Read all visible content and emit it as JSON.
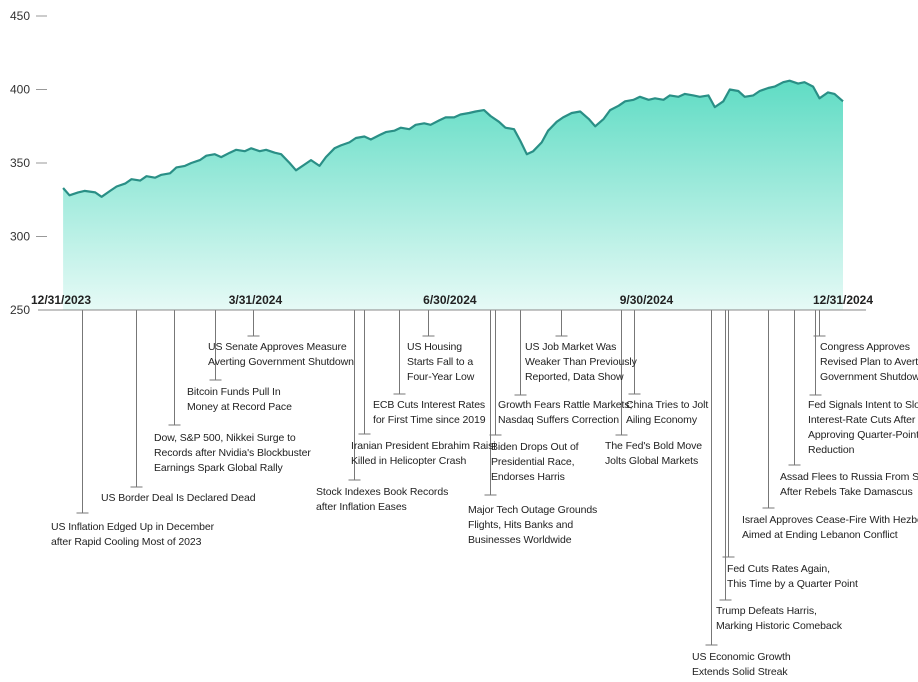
{
  "chart_data": {
    "type": "area",
    "ylim": [
      250,
      450
    ],
    "yticks": [
      250,
      300,
      350,
      400,
      450
    ],
    "xlim": [
      "2023-12-31",
      "2024-12-31"
    ],
    "xticks": [
      {
        "date": "2023-12-31",
        "label": "12/31/2023"
      },
      {
        "date": "2024-03-31",
        "label": "3/31/2024"
      },
      {
        "date": "2024-06-30",
        "label": "6/30/2024"
      },
      {
        "date": "2024-09-30",
        "label": "9/30/2024"
      },
      {
        "date": "2024-12-31",
        "label": "12/31/2024"
      }
    ],
    "series": [
      {
        "color": "#2a8f86",
        "fill_top": "#5fdcc4",
        "fill_bottom": "#e6faf6",
        "points": [
          [
            "2024-01-01",
            333
          ],
          [
            "2024-01-04",
            328
          ],
          [
            "2024-01-08",
            330
          ],
          [
            "2024-01-11",
            331
          ],
          [
            "2024-01-16",
            330
          ],
          [
            "2024-01-19",
            327
          ],
          [
            "2024-01-23",
            331
          ],
          [
            "2024-01-26",
            334
          ],
          [
            "2024-01-30",
            336
          ],
          [
            "2024-02-02",
            339
          ],
          [
            "2024-02-06",
            338
          ],
          [
            "2024-02-09",
            341
          ],
          [
            "2024-02-13",
            340
          ],
          [
            "2024-02-16",
            342
          ],
          [
            "2024-02-20",
            343
          ],
          [
            "2024-02-23",
            347
          ],
          [
            "2024-02-27",
            348
          ],
          [
            "2024-03-01",
            350
          ],
          [
            "2024-03-05",
            352
          ],
          [
            "2024-03-08",
            355
          ],
          [
            "2024-03-12",
            356
          ],
          [
            "2024-03-15",
            354
          ],
          [
            "2024-03-19",
            357
          ],
          [
            "2024-03-22",
            359
          ],
          [
            "2024-03-26",
            358
          ],
          [
            "2024-03-29",
            360
          ],
          [
            "2024-04-02",
            358
          ],
          [
            "2024-04-05",
            359
          ],
          [
            "2024-04-09",
            357
          ],
          [
            "2024-04-12",
            356
          ],
          [
            "2024-04-16",
            350
          ],
          [
            "2024-04-19",
            345
          ],
          [
            "2024-04-23",
            349
          ],
          [
            "2024-04-26",
            352
          ],
          [
            "2024-04-30",
            348
          ],
          [
            "2024-05-03",
            354
          ],
          [
            "2024-05-07",
            360
          ],
          [
            "2024-05-10",
            362
          ],
          [
            "2024-05-14",
            364
          ],
          [
            "2024-05-17",
            367
          ],
          [
            "2024-05-21",
            368
          ],
          [
            "2024-05-24",
            366
          ],
          [
            "2024-05-28",
            369
          ],
          [
            "2024-05-31",
            371
          ],
          [
            "2024-06-04",
            372
          ],
          [
            "2024-06-07",
            374
          ],
          [
            "2024-06-11",
            373
          ],
          [
            "2024-06-14",
            376
          ],
          [
            "2024-06-18",
            377
          ],
          [
            "2024-06-21",
            376
          ],
          [
            "2024-06-25",
            379
          ],
          [
            "2024-06-28",
            381
          ],
          [
            "2024-07-02",
            381
          ],
          [
            "2024-07-05",
            383
          ],
          [
            "2024-07-09",
            384
          ],
          [
            "2024-07-12",
            385
          ],
          [
            "2024-07-16",
            386
          ],
          [
            "2024-07-19",
            382
          ],
          [
            "2024-07-23",
            378
          ],
          [
            "2024-07-26",
            374
          ],
          [
            "2024-07-30",
            373
          ],
          [
            "2024-08-02",
            365
          ],
          [
            "2024-08-05",
            356
          ],
          [
            "2024-08-08",
            358
          ],
          [
            "2024-08-12",
            364
          ],
          [
            "2024-08-15",
            372
          ],
          [
            "2024-08-19",
            378
          ],
          [
            "2024-08-22",
            381
          ],
          [
            "2024-08-26",
            384
          ],
          [
            "2024-08-30",
            385
          ],
          [
            "2024-09-03",
            380
          ],
          [
            "2024-09-06",
            375
          ],
          [
            "2024-09-10",
            380
          ],
          [
            "2024-09-13",
            386
          ],
          [
            "2024-09-17",
            389
          ],
          [
            "2024-09-20",
            392
          ],
          [
            "2024-09-24",
            393
          ],
          [
            "2024-09-27",
            395
          ],
          [
            "2024-10-01",
            393
          ],
          [
            "2024-10-04",
            394
          ],
          [
            "2024-10-08",
            393
          ],
          [
            "2024-10-11",
            396
          ],
          [
            "2024-10-15",
            395
          ],
          [
            "2024-10-18",
            397
          ],
          [
            "2024-10-22",
            396
          ],
          [
            "2024-10-25",
            395
          ],
          [
            "2024-10-29",
            396
          ],
          [
            "2024-11-01",
            388
          ],
          [
            "2024-11-05",
            392
          ],
          [
            "2024-11-08",
            400
          ],
          [
            "2024-11-12",
            399
          ],
          [
            "2024-11-15",
            395
          ],
          [
            "2024-11-19",
            396
          ],
          [
            "2024-11-22",
            399
          ],
          [
            "2024-11-26",
            401
          ],
          [
            "2024-11-29",
            402
          ],
          [
            "2024-12-03",
            405
          ],
          [
            "2024-12-06",
            406
          ],
          [
            "2024-12-10",
            404
          ],
          [
            "2024-12-13",
            405
          ],
          [
            "2024-12-17",
            402
          ],
          [
            "2024-12-20",
            394
          ],
          [
            "2024-12-24",
            398
          ],
          [
            "2024-12-27",
            397
          ],
          [
            "2024-12-31",
            392
          ]
        ]
      }
    ],
    "annotations": [
      {
        "date": "2024-01-10",
        "lines": [
          "US Inflation Edged Up in December",
          "after Rapid Cooling Most of 2023"
        ]
      },
      {
        "date": "2024-02-04",
        "lines": [
          "US Border Deal Is Declared Dead"
        ]
      },
      {
        "date": "2024-02-22",
        "lines": [
          "Dow, S&P 500, Nikkei Surge to",
          "Records after Nvidia's Blockbuster",
          "Earnings Spark Global Rally"
        ]
      },
      {
        "date": "2024-03-12",
        "lines": [
          "Bitcoin Funds Pull In",
          "Money at Record Pace"
        ]
      },
      {
        "date": "2024-03-30",
        "lines": [
          "US Senate Approves Measure",
          "Averting Government Shutdown"
        ]
      },
      {
        "date": "2024-05-16",
        "lines": [
          "Stock Indexes Book Records",
          "after Inflation Eases"
        ]
      },
      {
        "date": "2024-05-21",
        "lines": [
          "Iranian President Ebrahim Raisi",
          "Killed in Helicopter Crash"
        ]
      },
      {
        "date": "2024-06-06",
        "lines": [
          "ECB Cuts Interest Rates",
          "for First Time since 2019"
        ]
      },
      {
        "date": "2024-06-20",
        "lines": [
          "US Housing",
          "Starts Fall to a",
          "Four-Year Low"
        ]
      },
      {
        "date": "2024-07-19",
        "lines": [
          "Major Tech Outage Grounds",
          "Flights, Hits Banks and",
          "Businesses Worldwide"
        ]
      },
      {
        "date": "2024-07-21",
        "lines": [
          "Biden Drops Out of",
          "Presidential Race,",
          "Endorses Harris"
        ]
      },
      {
        "date": "2024-08-02",
        "lines": [
          "Growth Fears Rattle Markets;",
          "Nasdaq Suffers Correction"
        ]
      },
      {
        "date": "2024-08-21",
        "lines": [
          "US Job Market Was",
          "Weaker Than Previously",
          "Reported, Data Show"
        ]
      },
      {
        "date": "2024-09-18",
        "lines": [
          "The Fed's Bold Move",
          "Jolts Global Markets"
        ]
      },
      {
        "date": "2024-09-24",
        "lines": [
          "China Tries to Jolt",
          "Ailing Economy"
        ]
      },
      {
        "date": "2024-10-30",
        "lines": [
          "US Economic Growth",
          "Extends Solid Streak"
        ]
      },
      {
        "date": "2024-11-06",
        "lines": [
          "Trump Defeats Harris,",
          "Marking Historic Comeback"
        ]
      },
      {
        "date": "2024-11-07",
        "lines": [
          "Fed Cuts Rates Again,",
          "This Time by a Quarter Point"
        ]
      },
      {
        "date": "2024-11-26",
        "lines": [
          "Israel Approves Cease-Fire With Hezbollah",
          "Aimed at Ending Lebanon Conflict"
        ]
      },
      {
        "date": "2024-12-08",
        "lines": [
          "Assad Flees to Russia From Syria",
          "After Rebels Take Damascus"
        ]
      },
      {
        "date": "2024-12-18",
        "lines": [
          "Fed Signals Intent to Slow",
          "Interest-Rate Cuts After",
          "Approving Quarter-Point",
          "Reduction"
        ]
      },
      {
        "date": "2024-12-20",
        "lines": [
          "Congress Approves",
          "Revised Plan to Avert",
          "Government Shutdown"
        ]
      }
    ]
  }
}
